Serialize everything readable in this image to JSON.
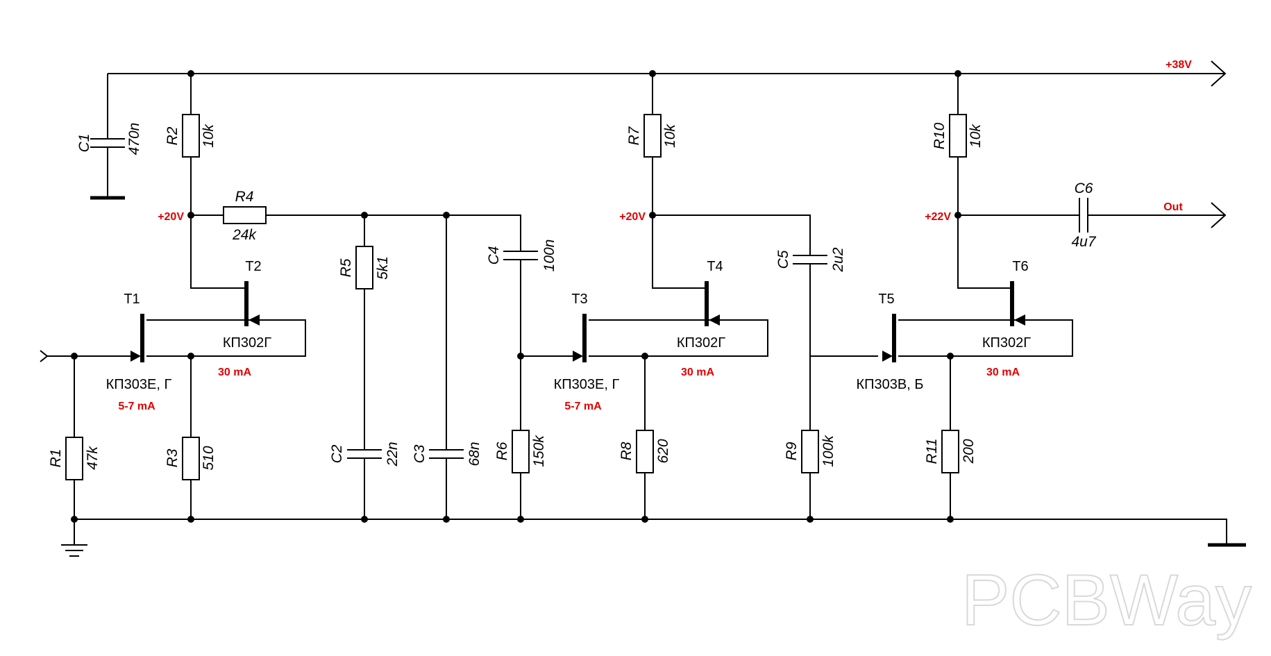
{
  "rails": {
    "supply_label": "+38V",
    "output_label": "Out"
  },
  "nodes": {
    "stage1_voltage": "+20V",
    "stage2_voltage": "+20V",
    "stage3_voltage": "+22V"
  },
  "components": {
    "C1": {
      "ref": "C1",
      "value": "470n"
    },
    "R1": {
      "ref": "R1",
      "value": "47k"
    },
    "R2": {
      "ref": "R2",
      "value": "10k"
    },
    "R3": {
      "ref": "R3",
      "value": "510"
    },
    "R4": {
      "ref": "R4",
      "value": "24k"
    },
    "R5": {
      "ref": "R5",
      "value": "5k1"
    },
    "C2": {
      "ref": "C2",
      "value": "22n"
    },
    "C3": {
      "ref": "C3",
      "value": "68n"
    },
    "C4": {
      "ref": "C4",
      "value": "100n"
    },
    "R6": {
      "ref": "R6",
      "value": "150k"
    },
    "R7": {
      "ref": "R7",
      "value": "10k"
    },
    "R8": {
      "ref": "R8",
      "value": "620"
    },
    "C5": {
      "ref": "C5",
      "value": "2u2"
    },
    "R9": {
      "ref": "R9",
      "value": "100k"
    },
    "R10": {
      "ref": "R10",
      "value": "10k"
    },
    "R11": {
      "ref": "R11",
      "value": "200"
    },
    "C6": {
      "ref": "C6",
      "value": "4u7"
    }
  },
  "transistors": {
    "T1": {
      "ref": "T1",
      "type": "КП303Е, Г",
      "current": "5-7 mA"
    },
    "T2": {
      "ref": "T2",
      "type": "КП302Г",
      "current": "30 mA"
    },
    "T3": {
      "ref": "T3",
      "type": "КП303Е, Г",
      "current": "5-7 mA"
    },
    "T4": {
      "ref": "T4",
      "type": "КП302Г",
      "current": "30 mA"
    },
    "T5": {
      "ref": "T5",
      "type": "КП303В, Б"
    },
    "T6": {
      "ref": "T6",
      "type": "КП302Г",
      "current": "30 mA"
    }
  },
  "watermark": "PCBWay",
  "colors": {
    "wire": "#000000",
    "annotation": "#e00000",
    "watermark": "#d9d9d9"
  }
}
